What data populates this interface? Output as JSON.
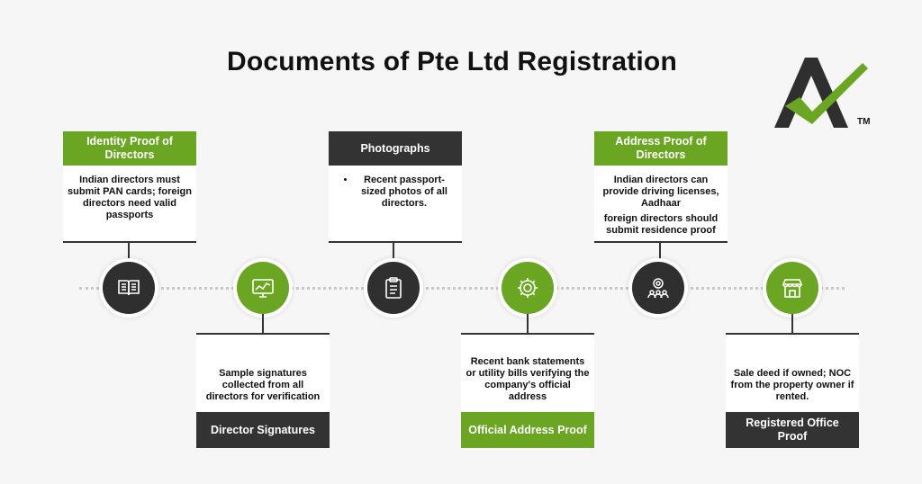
{
  "title": "Documents of Pte Ltd Registration",
  "logo": {
    "tm": "TM"
  },
  "colors": {
    "green": "#6aa621",
    "dark": "#333333",
    "background": "#f6f6f6"
  },
  "top_cards": [
    {
      "heading": "Identity Proof of Directors",
      "lines": [
        "Indian directors must submit PAN cards; foreign directors need valid passports"
      ]
    },
    {
      "heading": "Photographs",
      "bullet": "Recent passport-sized photos of all directors."
    },
    {
      "heading": "Address Proof of Directors",
      "lines": [
        "Indian directors can provide driving licenses, Aadhaar",
        "foreign directors should submit residence proof"
      ]
    }
  ],
  "bottom_cards": [
    {
      "heading": "Director Signatures",
      "text": "Sample signatures collected from all directors for verification"
    },
    {
      "heading": "Official Address Proof",
      "text": "Recent bank statements or utility bills verifying the company's official address"
    },
    {
      "heading": "Registered Office Proof",
      "text": "Sale deed if owned; NOC from the property owner if rented."
    }
  ],
  "nodes": [
    {
      "icon": "book-icon",
      "color": "dark"
    },
    {
      "icon": "chart-monitor-icon",
      "color": "green"
    },
    {
      "icon": "clipboard-icon",
      "color": "dark"
    },
    {
      "icon": "gear-icon",
      "color": "green"
    },
    {
      "icon": "team-gear-icon",
      "color": "dark"
    },
    {
      "icon": "storefront-icon",
      "color": "green"
    }
  ]
}
